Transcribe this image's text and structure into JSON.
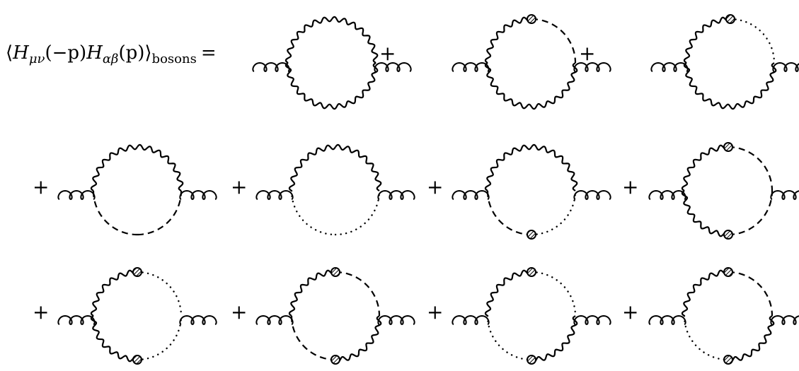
{
  "lhs": {
    "open": "⟨",
    "H1": "H",
    "H1_sub": "μν",
    "arg1": "(−p)",
    "H2": "H",
    "H2_sub": "αβ",
    "arg2": "(p)",
    "close": "⟩",
    "close_sub": "bosons",
    "equals": "="
  },
  "operator": "+",
  "diagram_count": 11,
  "line_types": {
    "wavy": "wavy-propagator",
    "dashed": "dashed-propagator",
    "dotted": "dotted-propagator",
    "external": "curly-external-leg",
    "blob": "hatched-insertion-blob"
  },
  "diagrams": [
    {
      "top": "wavy",
      "bottom": "wavy",
      "blob_top": false,
      "blob_bottom": false,
      "top_right": "wavy",
      "bottom_right": "wavy"
    },
    {
      "top": "wavy",
      "bottom": "wavy",
      "blob_top": true,
      "blob_bottom": false,
      "top_right": "dashed",
      "bottom_right": "wavy"
    },
    {
      "top": "wavy",
      "bottom": "wavy",
      "blob_top": true,
      "blob_bottom": false,
      "top_right": "dotted",
      "bottom_right": "wavy"
    },
    {
      "top": "wavy",
      "bottom": "dashed",
      "blob_top": false,
      "blob_bottom": false,
      "top_right": "wavy",
      "bottom_right": "dashed"
    },
    {
      "top": "wavy",
      "bottom": "dotted",
      "blob_top": false,
      "blob_bottom": false,
      "top_right": "wavy",
      "bottom_right": "dotted"
    },
    {
      "top": "wavy",
      "bottom": "dashed",
      "blob_top": false,
      "blob_bottom": true,
      "top_right": "wavy",
      "bottom_right": "dotted"
    },
    {
      "top": "wavy",
      "bottom": "wavy",
      "blob_top": true,
      "blob_bottom": true,
      "top_right": "dashed",
      "bottom_right": "dashed"
    },
    {
      "top": "wavy",
      "bottom": "wavy",
      "blob_top": true,
      "blob_bottom": true,
      "top_right": "dotted",
      "bottom_right": "dotted"
    },
    {
      "top": "wavy",
      "bottom": "dashed",
      "blob_top": true,
      "blob_bottom": true,
      "top_right": "dashed",
      "bottom_right": "wavy"
    },
    {
      "top": "wavy",
      "bottom": "dotted",
      "blob_top": true,
      "blob_bottom": true,
      "top_right": "dotted",
      "bottom_right": "wavy"
    },
    {
      "top": "wavy",
      "bottom": "dotted",
      "blob_top": true,
      "blob_bottom": true,
      "top_right": "dashed",
      "bottom_right": "wavy"
    }
  ]
}
